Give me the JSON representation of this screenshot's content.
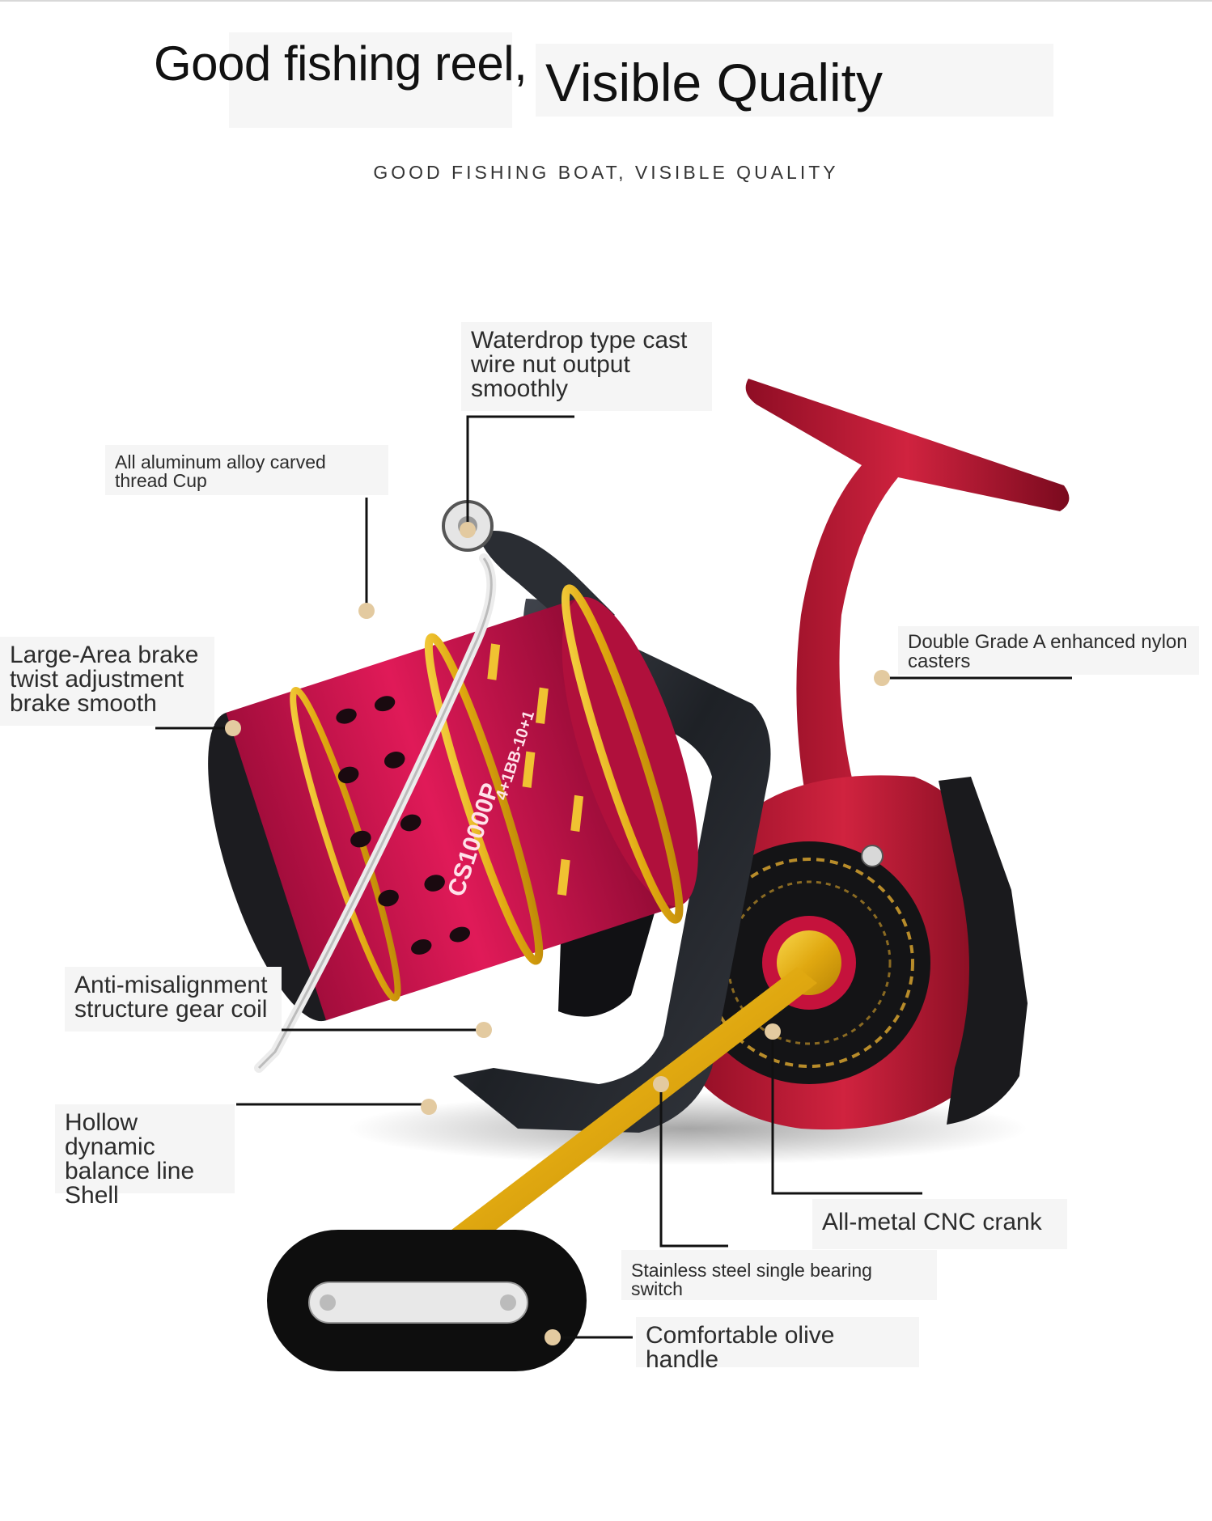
{
  "header": {
    "title_part1": "Good fishing reel,",
    "title_part2": "Visible Quality",
    "subtitle": "GOOD FISHING BOAT, VISIBLE QUALITY"
  },
  "reel": {
    "model_text": "CS10000P",
    "bearing_text": "4+1BB-10+1",
    "colors": {
      "body": "#b3122e",
      "spool": "#c8124a",
      "gold": "#e8b81c",
      "frame": "#22252b",
      "handle": "#101010"
    }
  },
  "callouts": [
    {
      "id": "line-roller",
      "lines": [
        "Waterdrop type cast",
        "wire nut output",
        "smoothly"
      ]
    },
    {
      "id": "spool-cup",
      "lines": [
        "All aluminum alloy carved thread Cup"
      ]
    },
    {
      "id": "brake",
      "lines": [
        "Large-Area brake",
        "twist adjustment",
        "brake smooth"
      ]
    },
    {
      "id": "casters",
      "lines": [
        "Double Grade A enhanced nylon",
        "casters"
      ]
    },
    {
      "id": "gear-coil",
      "lines": [
        "Anti-misalignment",
        "structure gear coil"
      ]
    },
    {
      "id": "shell",
      "lines": [
        "Hollow",
        "dynamic",
        "balance line",
        "Shell"
      ]
    },
    {
      "id": "crank",
      "lines": [
        "All-metal CNC crank"
      ]
    },
    {
      "id": "bearing-switch",
      "lines": [
        "Stainless steel single bearing switch"
      ]
    },
    {
      "id": "olive-handle",
      "lines": [
        "Comfortable olive",
        "handle"
      ]
    }
  ]
}
